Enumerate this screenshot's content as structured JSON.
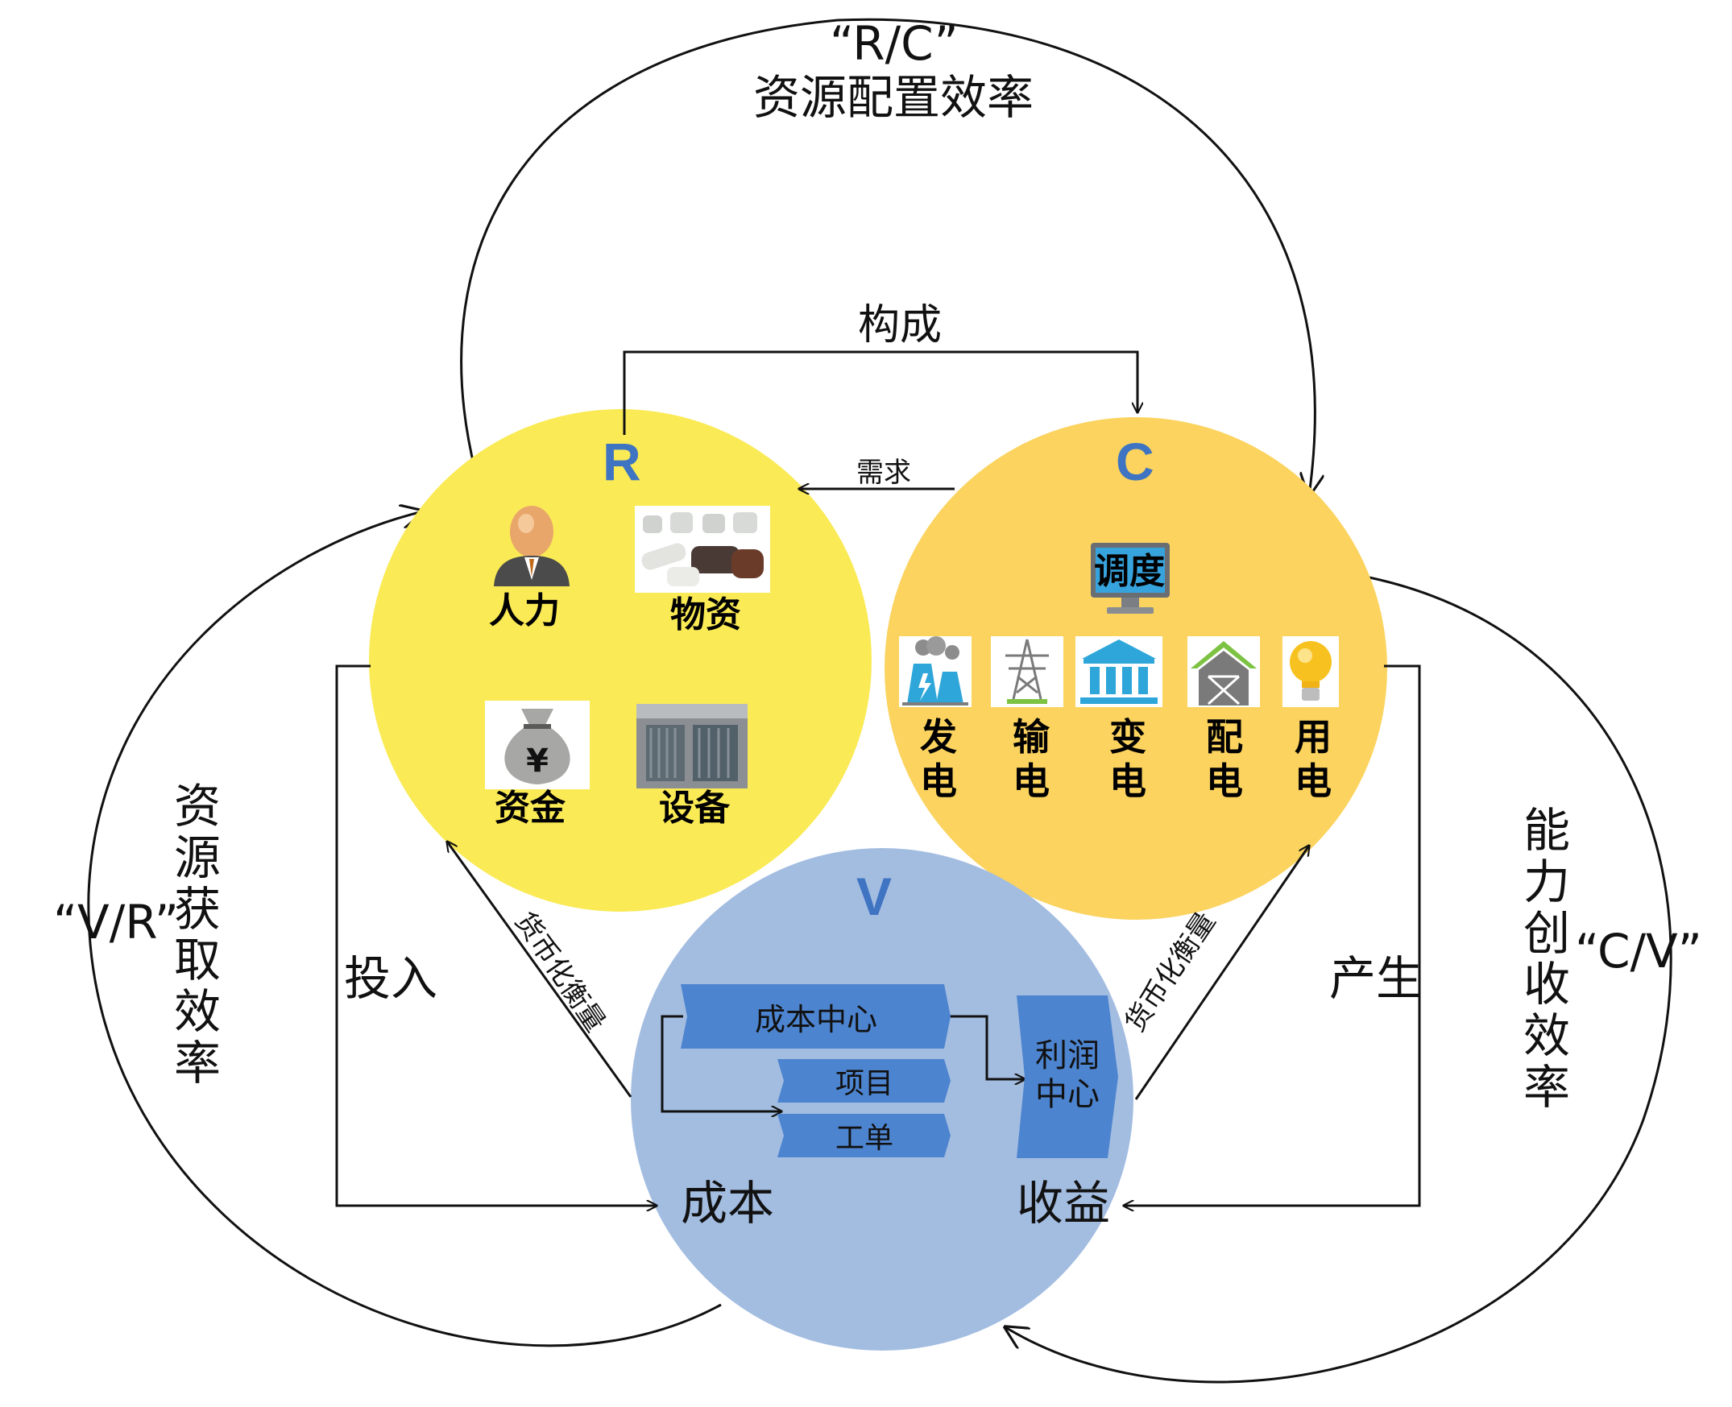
{
  "top": {
    "ratio": "“R/C”",
    "label": "资源配置效率"
  },
  "links": {
    "compose": "构成",
    "demand": "需求",
    "input": "投入",
    "produce": "产生",
    "monetize_left": "货币化衡量",
    "monetize_right": "货币化衡量"
  },
  "left": {
    "ratio": "“V/R”",
    "label": "资源获取效率"
  },
  "right": {
    "ratio": "“C/V”",
    "label": "能力创收效率"
  },
  "circle_r": {
    "letter": "R",
    "color": "#faea55",
    "items": [
      {
        "label": "人力",
        "icon": "person-icon"
      },
      {
        "label": "物资",
        "icon": "insulators-icon"
      },
      {
        "label": "资金",
        "icon": "money-bag-icon"
      },
      {
        "label": "设备",
        "icon": "transformer-icon"
      }
    ]
  },
  "circle_c": {
    "letter": "C",
    "color": "#fbd35e",
    "dispatch": "调度",
    "stages": [
      {
        "label": "发电",
        "icon": "power-plant-icon"
      },
      {
        "label": "输电",
        "icon": "transmission-tower-icon"
      },
      {
        "label": "变电",
        "icon": "substation-icon"
      },
      {
        "label": "配电",
        "icon": "distribution-icon"
      },
      {
        "label": "用电",
        "icon": "light-bulb-icon"
      }
    ]
  },
  "circle_v": {
    "letter": "V",
    "color": "#a3bde1",
    "cost_center": "成本中心",
    "project": "项目",
    "work_order": "工单",
    "profit_center": "利润中心",
    "cost": "成本",
    "revenue": "收益"
  }
}
